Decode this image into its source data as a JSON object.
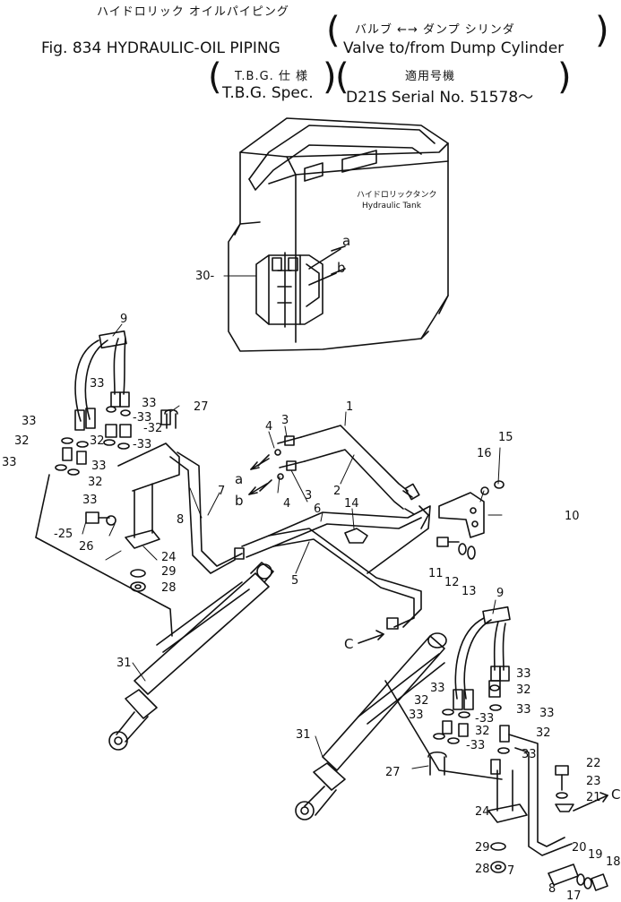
{
  "header": {
    "jp_title": "ハイドロリック オイルパイピング",
    "fig_title": "Fig. 834  HYDRAULIC-OIL PIPING",
    "jp_subtitle": "バルブ ←→ ダンプ シリンダ",
    "en_subtitle": "Valve to/from Dump Cylinder",
    "jp_spec": "T.B.G. 仕 様",
    "en_spec": "T.B.G. Spec.",
    "jp_serial": "適用号機",
    "en_serial": "D21S Serial No. 51578～"
  },
  "tank": {
    "jp_label": "ハイドロリックタンク",
    "en_label": "Hydraulic Tank"
  },
  "callouts": {
    "c1": "1",
    "c2": "2",
    "c3a": "3",
    "c3b": "3",
    "c4a": "4",
    "c4b": "4",
    "c5": "5",
    "c6": "6",
    "c7a": "7",
    "c7b": "7",
    "c8a": "8",
    "c8b": "8",
    "c9a": "9",
    "c9b": "9",
    "c10": "10",
    "c11": "11",
    "c12": "12",
    "c13": "13",
    "c14": "14",
    "c15": "15",
    "c16": "16",
    "c17": "17",
    "c18": "18",
    "c19": "19",
    "c20": "20",
    "c21": "21",
    "c22": "22",
    "c23": "23",
    "c24a": "24",
    "c24b": "24",
    "c25": "-25",
    "c26": "26",
    "c27a": "27",
    "c27b": "27",
    "c28a": "28",
    "c28b": "28",
    "c29a": "29",
    "c29b": "29",
    "c30": "30-",
    "c31a": "31",
    "c31b": "31",
    "c32a": "32",
    "c32b": "-32",
    "c32c": "32",
    "c32d": "32",
    "c32e": "32",
    "c32f": "32",
    "c32g": "32",
    "c33a": "33",
    "c33b": "-33",
    "c33c": "33",
    "c33d": "33",
    "c33e": "-33",
    "c33f": "33",
    "c33g": "33",
    "c33h": "33",
    "c33i": "33",
    "c33j": "33",
    "c33k": "33",
    "c33l": "-33",
    "c33m": "33",
    "c33n": "-33",
    "c33o": "33"
  },
  "letters": {
    "a_tank": "a",
    "b_tank": "b",
    "a_left": "a",
    "b_left": "b",
    "c_mid": "C",
    "c_right": "C"
  }
}
